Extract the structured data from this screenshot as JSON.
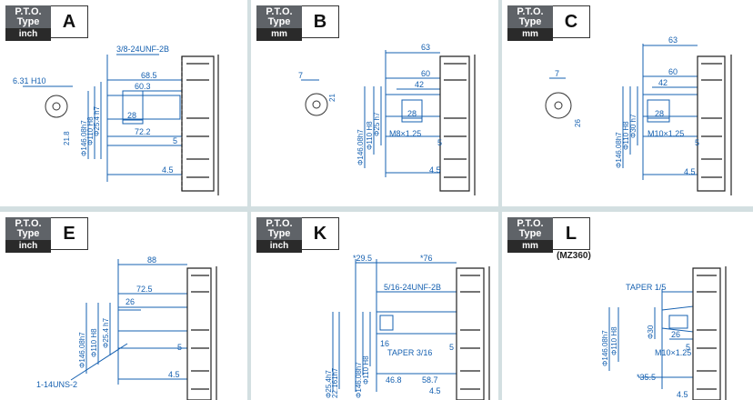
{
  "panels": {
    "A": {
      "badge_line1": "P.T.O.",
      "badge_line2": "Type",
      "unit": "inch",
      "letter": "A",
      "dims": {
        "thread": "3/8-24UNF-2B",
        "keyway": "6.31 H10",
        "h1": "68.5",
        "h2": "60.3",
        "d1": "28",
        "d2": "72.2",
        "d3": "5",
        "d4": "4.5",
        "v1": "Φ146.08h7",
        "v2": "Φ110 H8",
        "v3": "Φ25.4 h7",
        "v4": "21.8"
      }
    },
    "B": {
      "badge_line1": "P.T.O.",
      "badge_line2": "Type",
      "unit": "mm",
      "letter": "B",
      "dims": {
        "h0": "63",
        "h1": "60",
        "h2": "42",
        "d1": "28",
        "thread": "M8×1.25",
        "d3": "5",
        "d4": "4.5",
        "key": "7",
        "kd": "21",
        "v1": "Φ146.08h7",
        "v2": "Φ110 H8",
        "v3": "Φ25 h7"
      }
    },
    "C": {
      "badge_line1": "P.T.O.",
      "badge_line2": "Type",
      "unit": "mm",
      "letter": "C",
      "dims": {
        "h0": "63",
        "h1": "60",
        "h2": "42",
        "d1": "28",
        "thread": "M10×1.25",
        "d3": "5",
        "d4": "4.5",
        "key": "7",
        "kd": "26",
        "v1": "Φ146.08h7",
        "v2": "Φ110 H8",
        "v3": "Φ30 h7"
      }
    },
    "E": {
      "badge_line1": "P.T.O.",
      "badge_line2": "Type",
      "unit": "inch",
      "letter": "E",
      "dims": {
        "h1": "88",
        "h2": "72.5",
        "d1": "26",
        "thread": "1-14UNS-2",
        "d3": "5",
        "d4": "4.5",
        "v1": "Φ146.08h7",
        "v2": "Φ110 H8",
        "v3": "Φ25.4 h7"
      }
    },
    "K": {
      "badge_line1": "P.T.O.",
      "badge_line2": "Type",
      "unit": "inch",
      "letter": "K",
      "dims": {
        "top1": "*29.5",
        "top2": "*76",
        "thread": "5/16-24UNF-2B",
        "d1": "16",
        "taper": "TAPER 3/16",
        "b1": "46.8",
        "b2": "58.7",
        "d3": "5",
        "d4": "4.5",
        "v1": "Φ25.4h7",
        "v2": "22.161h7",
        "v3": "Φ146.08h7",
        "v4": "Φ110 H8"
      }
    },
    "L": {
      "badge_line1": "P.T.O.",
      "badge_line2": "Type",
      "unit": "mm",
      "letter": "L",
      "note": "(MZ360)",
      "dims": {
        "taper": "TAPER 1/5",
        "d0": "Φ30",
        "d1": "26",
        "thread": "M10×1.25",
        "b1": "*35.5",
        "d3": "5",
        "d4": "4.5",
        "v1": "Φ146.08h7",
        "v2": "Φ110 H8"
      }
    }
  }
}
